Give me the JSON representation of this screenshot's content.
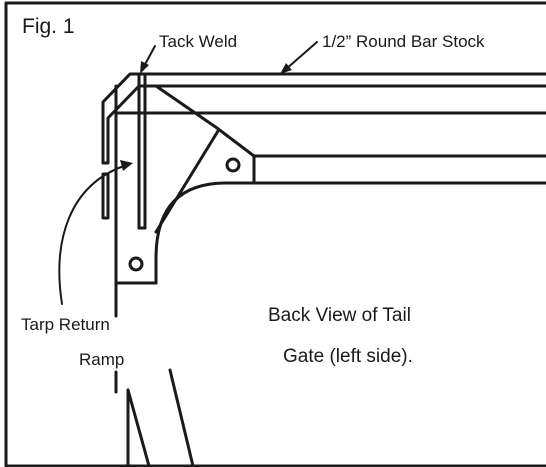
{
  "figure": {
    "fig_label": "Fig. 1",
    "callouts": {
      "tack_weld": "Tack Weld",
      "round_bar": "1/2” Round Bar Stock"
    },
    "ramp_label": {
      "line1": "Tarp Return",
      "line2": "Ramp"
    },
    "view_caption": {
      "line1": "Back View of Tail",
      "line2": "Gate (left side)."
    },
    "colors": {
      "line": "#1a1a1a",
      "background": "#ffffff"
    }
  }
}
